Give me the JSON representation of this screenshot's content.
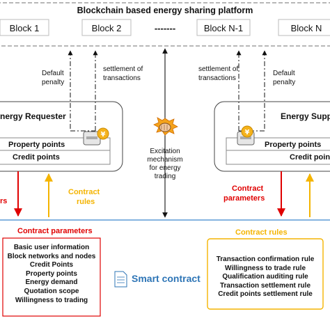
{
  "platform": {
    "title": "Blockchain based energy sharing platform",
    "blocks": [
      "Block 1",
      "Block 2",
      "-------",
      "Block N-1",
      "Block N"
    ]
  },
  "left_flows": {
    "default_penalty": [
      "Default",
      "penalty"
    ],
    "settlement": [
      "settlement of",
      "transactions"
    ]
  },
  "right_flows": {
    "settlement": [
      "settlement of",
      "transactions"
    ],
    "default_penalty": [
      "Default",
      "penalty"
    ]
  },
  "requester": {
    "title": "nergy Requester",
    "property_points": "Property points",
    "credit_points": "Credit points"
  },
  "supplier": {
    "title": "Energy Supp",
    "property_points": "Property points",
    "credit_points": "Credit points"
  },
  "excitation": {
    "lines": [
      "Excitation",
      "mechanism",
      "for energy",
      "trading"
    ]
  },
  "left_labels": {
    "parameters_fragment": "rs",
    "contract_rules": [
      "Contract",
      "rules"
    ]
  },
  "right_labels": {
    "contract_parameters": [
      "Contract",
      "parameters"
    ]
  },
  "contract_parameters": {
    "title": "Contract parameters",
    "items": [
      "Basic user information",
      "Block networks and nodes",
      "Credit Points",
      "Property points",
      "Energy demand",
      "Quotation scope",
      "Willingness to trading"
    ]
  },
  "smart_contract": {
    "label": "Smart contract"
  },
  "contract_rules": {
    "title": "Contract rules",
    "items": [
      "Transaction confirmation rule",
      "Willingness to trade rule",
      "Qualification auditing rule",
      "Transaction settlement rule",
      "Credit points settlement rule"
    ]
  },
  "colors": {
    "red": "#e00000",
    "yellow": "#f4b400",
    "blue_line": "#5b9bd5",
    "smart_contract_blue": "#2e75b6"
  },
  "icons": {
    "coin": "yen-coin-icon",
    "card": "wallet-card-icon",
    "fist": "fist-punch-icon",
    "document": "document-icon"
  }
}
